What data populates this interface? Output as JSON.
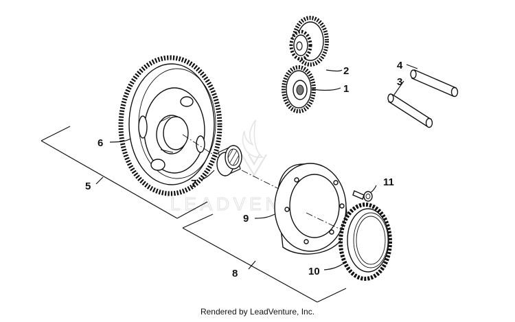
{
  "diagram": {
    "callouts": [
      {
        "id": "1",
        "label": "1"
      },
      {
        "id": "2",
        "label": "2"
      },
      {
        "id": "3",
        "label": "3"
      },
      {
        "id": "4",
        "label": "4"
      },
      {
        "id": "5",
        "label": "5"
      },
      {
        "id": "6",
        "label": "6"
      },
      {
        "id": "7",
        "label": "7"
      },
      {
        "id": "8",
        "label": "8"
      },
      {
        "id": "9",
        "label": "9"
      },
      {
        "id": "10",
        "label": "10"
      },
      {
        "id": "11",
        "label": "11"
      }
    ],
    "watermark": "LEADVENTURE",
    "footer": "Rendered by LeadVenture, Inc."
  }
}
